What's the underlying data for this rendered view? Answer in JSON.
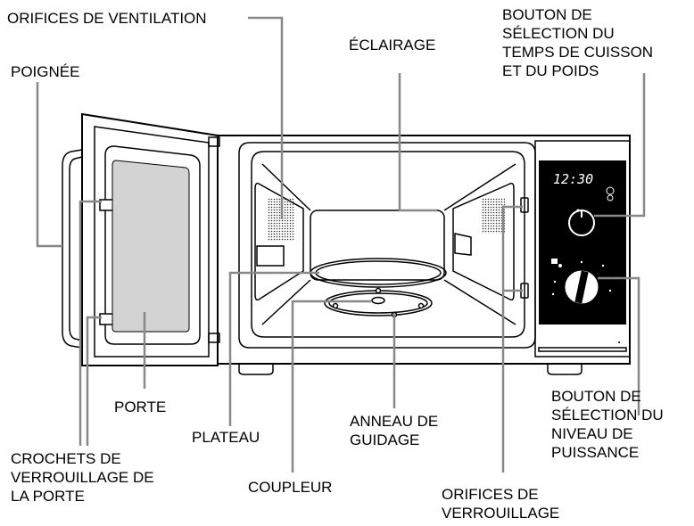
{
  "labels": {
    "orifices_ventilation": "ORIFICES DE VENTILATION",
    "poignee": "POIGNÉE",
    "eclairage": "ÉCLAIRAGE",
    "bouton_temps": [
      "BOUTON DE",
      "SÉLECTION DU",
      "TEMPS DE CUISSON",
      "ET DU POIDS"
    ],
    "bouton_puissance": [
      "BOUTON DE",
      "SÉLECTION DU",
      "NIVEAU DE",
      "PUISSANCE"
    ],
    "porte": "PORTE",
    "plateau": "PLATEAU",
    "anneau": [
      "ANNEAU DE",
      "GUIDAGE"
    ],
    "crochets": [
      "CROCHETS DE",
      "VERROUILLAGE DE",
      "LA PORTE"
    ],
    "coupleur": "COUPLEUR",
    "orifices_verrouillage": [
      "ORIFICES DE",
      "VERROUILLAGE"
    ]
  },
  "display": {
    "time": "12:30"
  }
}
